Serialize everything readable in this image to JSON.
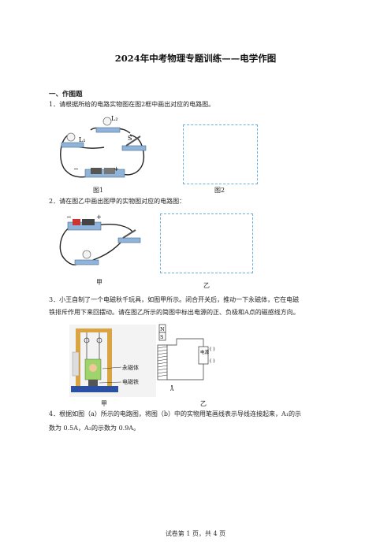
{
  "doc": {
    "title": "2024年中考物理专题训练——电学作图",
    "section": "一、作图题",
    "q1": "1．请根据所给的电路实物图在图2框中画出对应的电路图。",
    "q1_fig1_caption": "图1",
    "q1_fig2_caption": "图2",
    "q1_labels": {
      "l2": "L₂",
      "l1": "L₁",
      "s": "S",
      "minus": "−",
      "plus": "+"
    },
    "q2": "2．请在图乙中画出图甲的实物图对应的电路图：",
    "q2_fig_a_caption": "甲",
    "q2_fig_b_caption": "乙",
    "q2_labels": {
      "minus": "−",
      "plus": "+"
    },
    "q3_line1": "3．小王自制了一个电磁秋千玩具，如图甲所示。闭合开关后，推动一下永磁体，它在电磁",
    "q3_line2": "铁排斥作用下来回摆动。请在图乙所示的简图中标出电源的正、负极和A点的磁感线方向。",
    "q3_labels": {
      "magnet": "永磁体",
      "electromagnet": "电磁铁",
      "n": "N",
      "s": "S",
      "power": "电源",
      "paren": "(  )",
      "a": "A"
    },
    "q3_fig_a_caption": "甲",
    "q3_fig_b_caption": "乙",
    "q4_line1": "4．根据如图（a）所示的电路图，将图（b）中的实物用笔画线表示导线连接起来，A₁的示",
    "q4_line2": "数为 0.5A，A₂的示数为 0.9A。",
    "footer": "试卷第 1 页，共 4 页"
  }
}
